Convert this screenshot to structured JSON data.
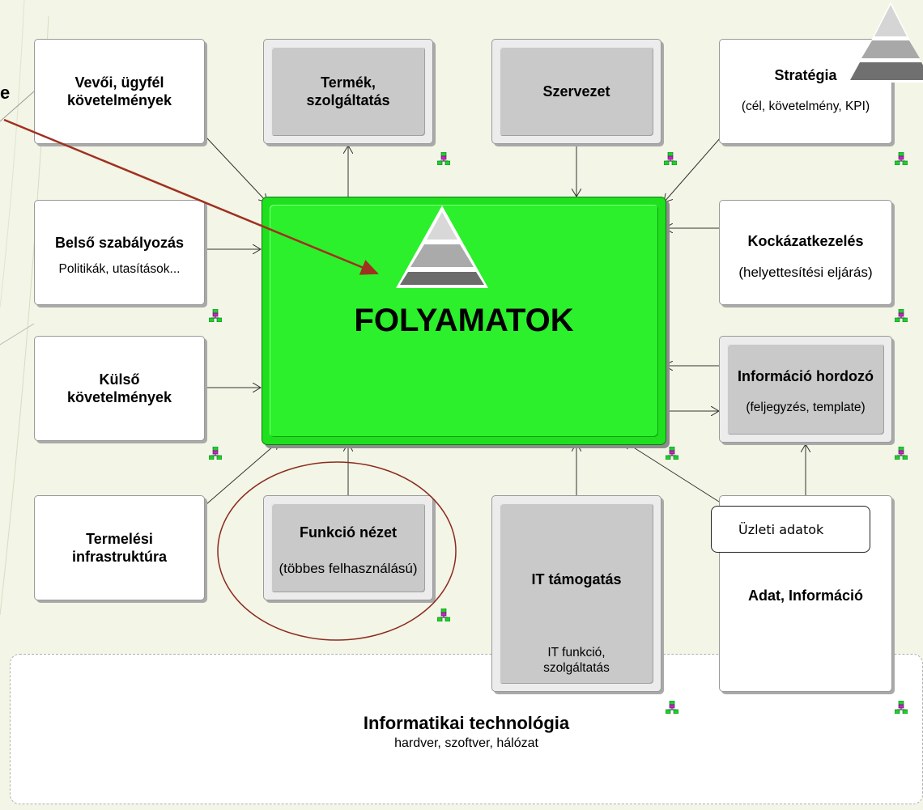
{
  "colors": {
    "background": "#f3f5e6",
    "process_green": "#2bf02b",
    "grey_box": "#c9c9c9",
    "red_arrow": "#a03020",
    "circle": "#8b2a1e",
    "hierarchy_icon_green": "#1fd21f",
    "hierarchy_icon_magenta": "#cc22cc"
  },
  "corner_logo": {
    "icon": "pyramid-icon"
  },
  "left_edge_letter": "e",
  "center": {
    "title": "FOLYAMATOK",
    "icon": "pyramid-icon"
  },
  "boxes": {
    "vevoi": {
      "title": "Vevői, ügyfél\nkövetelmények",
      "sub": ""
    },
    "termek": {
      "title": "Termék,\nszolgáltatás",
      "sub": ""
    },
    "szervezet": {
      "title": "Szervezet",
      "sub": ""
    },
    "strategia": {
      "title": "Stratégia",
      "sub": "(cél, követelmény, KPI)"
    },
    "belso": {
      "title": "Belső szabályozás",
      "sub": "Politikák, utasítások..."
    },
    "kockazat": {
      "title": "Kockázatkezelés",
      "sub": "(helyettesítési eljárás)"
    },
    "kulso": {
      "title": "Külső\nkövetelmények",
      "sub": ""
    },
    "informacio_hordozo": {
      "title": "Információ hordozó",
      "sub": "(feljegyzés, template)"
    },
    "termelesi": {
      "title": "Termelési\ninfrastruktúra",
      "sub": ""
    },
    "funkcio": {
      "title": "Funkció nézet",
      "sub": "(többes felhasználású)"
    },
    "it_tamogatas": {
      "title": "IT  támogatás",
      "sub": "IT funkció,\nszolgáltatás"
    },
    "adat": {
      "title": "Adat, Információ",
      "sub": ""
    }
  },
  "uzleti_adatok": "Üzleti adatok",
  "bottom": {
    "title": "Informatikai technológia",
    "sub": "hardver, szoftver, hálózat"
  },
  "icons": {
    "hierarchy": "hierarchy-icon"
  }
}
